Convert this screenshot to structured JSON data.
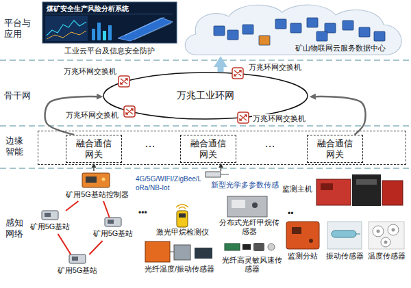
{
  "diagram": {
    "nodes": [
      {
        "text": [
          "煤矿安全生产风险分析系统",
          "工业云平台及信息安全防护"
        ]
      },
      {
        "text": [
          "矿山物联网云服务数据中心"
        ]
      },
      {
        "text": [
          "万兆工业环网"
        ]
      },
      {
        "text": [
          "万兆环网交换机"
        ]
      },
      {
        "text": [
          "万兆环网交换机"
        ]
      },
      {
        "text": [
          "万兆环网交换机"
        ]
      },
      {
        "text": [
          "万兆环网交换机"
        ]
      },
      {
        "text": [
          "…",
          "…"
        ]
      },
      {
        "text": [
          "融合通信网关"
        ],
        "in": 7
      },
      {
        "text": [
          "融合通信网关"
        ],
        "in": 7
      },
      {
        "text": [
          "融合通信网关"
        ],
        "in": 7
      },
      {
        "text": [
          "矿用5G基站控制器"
        ]
      },
      {
        "text": [
          "矿用5G基站"
        ]
      },
      {
        "text": [
          "矿用5G基站"
        ]
      },
      {
        "text": [
          "矿用5G基站"
        ]
      },
      {
        "text": [
          "监测主机"
        ]
      },
      {
        "text": [
          "激光甲烷检测仪"
        ]
      },
      {
        "text": [
          "新型光学多参数传感"
        ]
      },
      {
        "text": [
          "分布式光纤甲烷传感器"
        ]
      },
      {
        "text": [
          "光纤温度/振动传感器"
        ]
      },
      {
        "text": [
          "光纤高灵敏风速传感器"
        ]
      },
      {
        "text": [
          "监测分站"
        ]
      },
      {
        "text": [
          "振动传感器"
        ]
      },
      {
        "text": [
          "温度传感器"
        ]
      }
    ],
    "edges": [
      {
        "from": 2,
        "to": 1,
        "arrow": "to"
      },
      {
        "from": 8,
        "to": 2,
        "arrow": "to"
      },
      {
        "from": 10,
        "to": 2,
        "arrow": "to"
      },
      {
        "from": 11,
        "to": 8,
        "arrow": "to"
      },
      {
        "from": 17,
        "to": 9,
        "arrow": "to"
      },
      {
        "from": 11,
        "to": 12,
        "arrow": "none"
      },
      {
        "from": 12,
        "to": 14,
        "arrow": "none"
      },
      {
        "from": 14,
        "to": 13,
        "arrow": "none"
      },
      {
        "from": 13,
        "to": 11,
        "arrow": "none"
      }
    ],
    "labels": [
      "平台与应用",
      "骨干网",
      "边缘智能",
      "感知网络",
      "4G/5G/WIFI/ZigBee/LoRa/NB-Iot",
      "•••",
      "••"
    ]
  }
}
